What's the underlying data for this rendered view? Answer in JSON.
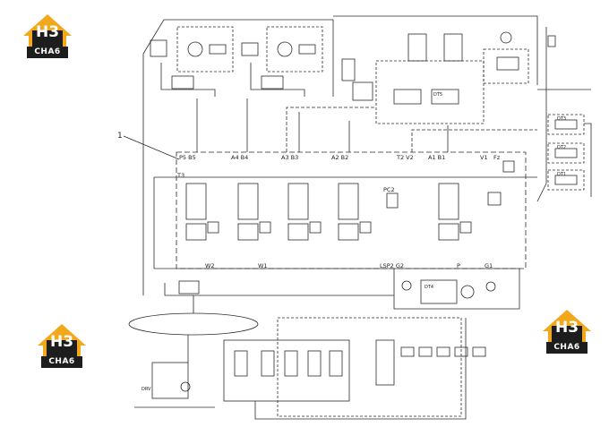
{
  "logo": {
    "monogram": "H3",
    "wordmark": "CHA6",
    "colors": {
      "house": "#f2a81d",
      "badge": "#1d1d1d"
    }
  },
  "callout": {
    "number": "1"
  },
  "labels": {
    "p5b5": "P5 B5",
    "t3": "T3",
    "a4b4": "A4 B4",
    "a3b3": "A3 B3",
    "a2b2": "A2 B2",
    "t2v2": "T2 V2",
    "a1b1": "A1 B1",
    "v1": "V1",
    "fz": "Fz",
    "pc2": "PC2",
    "w2": "W2",
    "w1": "W1",
    "lsp2g2": "LSP2 G2",
    "p": "P",
    "g1": "G1",
    "dt3": "DT3",
    "dt2": "DT2",
    "dt1": "DT1",
    "dt5": "DT5",
    "dt4": "DT4",
    "drv": "DRV"
  },
  "colors": {
    "line": "#2b2b2b",
    "dash": "#5a5a5a"
  }
}
